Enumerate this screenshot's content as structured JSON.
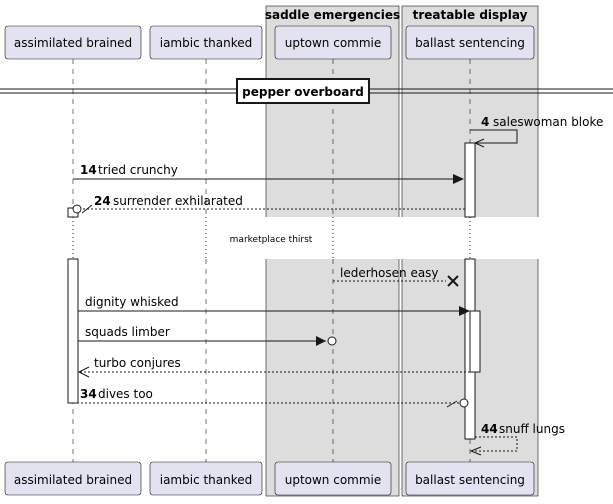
{
  "boxes": [
    {
      "title": "saddle emergencies"
    },
    {
      "title": "treatable display"
    }
  ],
  "participants": [
    {
      "label": "assimilated brained"
    },
    {
      "label": "iambic thanked"
    },
    {
      "label": "uptown commie"
    },
    {
      "label": "ballast sentencing"
    }
  ],
  "divider": {
    "label": "pepper overboard"
  },
  "delay": {
    "label": "marketplace thirst"
  },
  "messages": [
    {
      "num": "4",
      "text": "saleswoman bloke"
    },
    {
      "num": "14",
      "text": "tried crunchy"
    },
    {
      "num": "24",
      "text": "surrender exhilarated"
    },
    {
      "num": "",
      "text": "lederhosen easy"
    },
    {
      "num": "",
      "text": "dignity whisked"
    },
    {
      "num": "",
      "text": "squads limber"
    },
    {
      "num": "",
      "text": "turbo conjures"
    },
    {
      "num": "34",
      "text": "dives too"
    },
    {
      "num": "44",
      "text": "snuff lungs"
    }
  ],
  "colors": {
    "participant_fill": "#e2e2f0",
    "box_fill": "#dddddd",
    "line": "#181818"
  }
}
